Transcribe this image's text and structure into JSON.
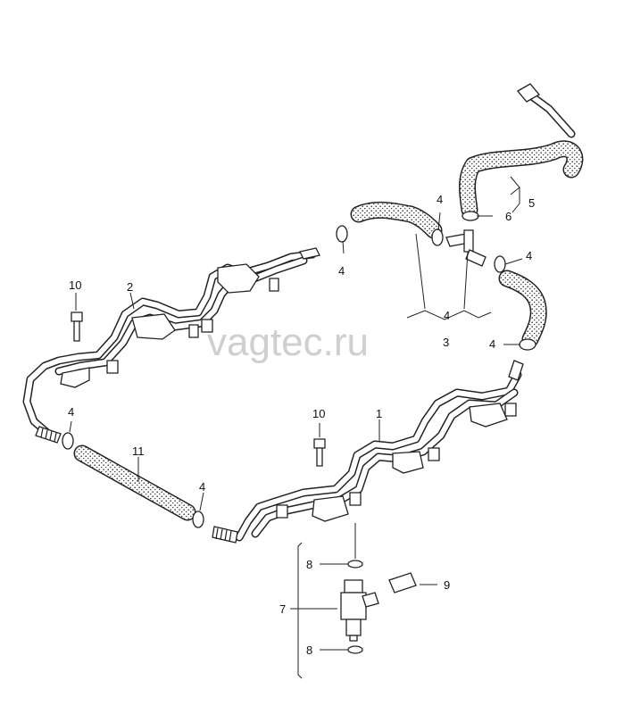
{
  "watermark": "vagtec.ru",
  "callouts": {
    "c1": "1",
    "c2": "2",
    "c3": "3",
    "c4": "4",
    "c5": "5",
    "c6": "6",
    "c7": "7",
    "c8": "8",
    "c9": "9",
    "c10": "10",
    "c11": "11"
  }
}
